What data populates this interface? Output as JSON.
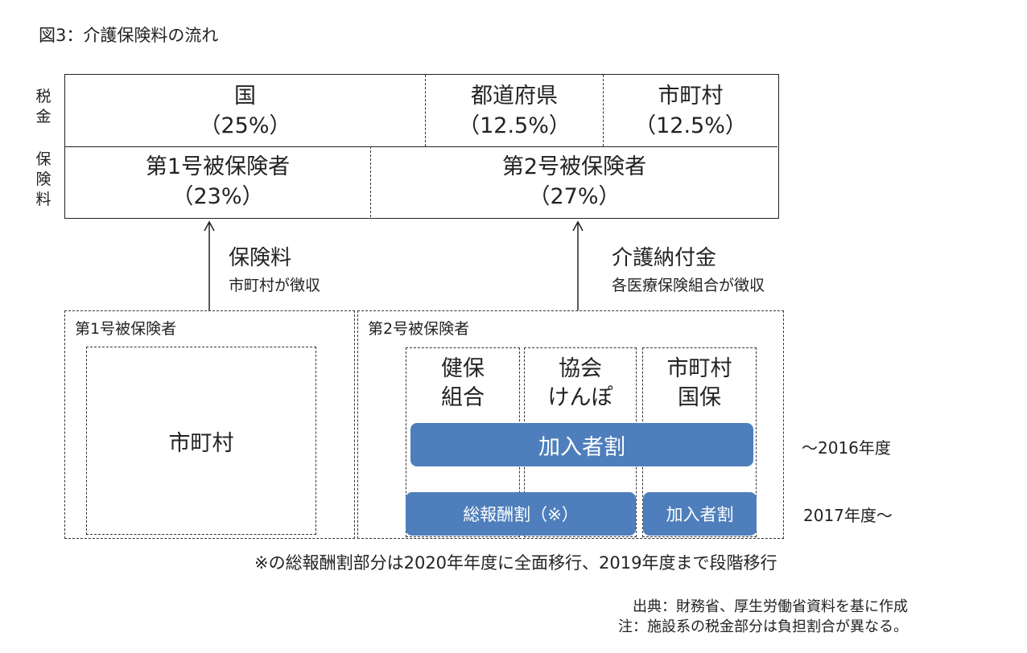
{
  "title": "図3：介護保険料の流れ",
  "side_labels": {
    "tax": "税\n金",
    "premium": "保\n険\n料"
  },
  "top_table": {
    "row1": [
      {
        "name": "国",
        "pct": "（25%）"
      },
      {
        "name": "都道府県",
        "pct": "（12.5%）"
      },
      {
        "name": "市町村",
        "pct": "（12.5%）"
      }
    ],
    "row2": [
      {
        "name": "第1号被保険者",
        "pct": "（23%）"
      },
      {
        "name": "第2号被保険者",
        "pct": "（27%）"
      }
    ]
  },
  "flows": {
    "left": {
      "title": "保険料",
      "sub": "市町村が徴収"
    },
    "right": {
      "title": "介護納付金",
      "sub": "各医療保険組合が徴収"
    }
  },
  "box1": {
    "label": "第1号被保険者",
    "inner": "市町村"
  },
  "box2": {
    "label": "第2号被保険者",
    "cols": [
      {
        "line1": "健保",
        "line2": "組合"
      },
      {
        "line1": "協会",
        "line2": "けんぽ"
      },
      {
        "line1": "市町村",
        "line2": "国保"
      }
    ]
  },
  "bars": {
    "kanyu_2016": "加入者割",
    "soho_2017": "総報酬割（※）",
    "kanyu_2017": "加入者割"
  },
  "periods": {
    "until_2016": "～2016年度",
    "from_2017": "2017年度～"
  },
  "footnote": "※の総報酬割部分は2020年年度に全面移行、2019年度まで段階移行",
  "source": "出典：財務省、厚生労働省資料を基に作成",
  "note": "注：施設系の税金部分は負担割合が異なる。",
  "colors": {
    "bar": "#4e7fbc",
    "line": "#222222"
  }
}
